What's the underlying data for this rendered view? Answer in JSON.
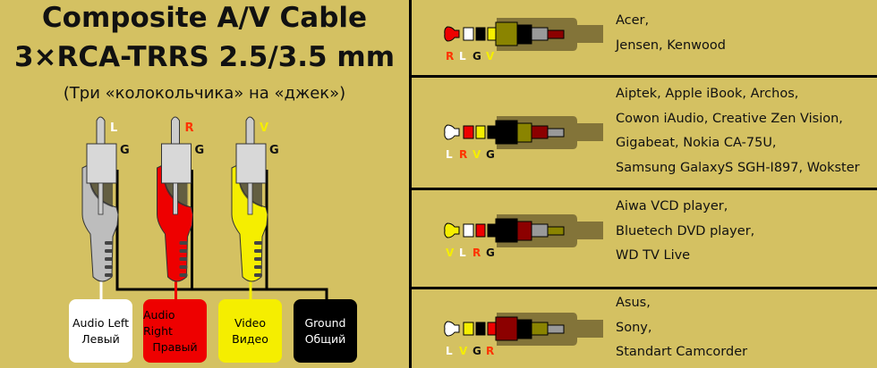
{
  "title": {
    "line1": "Composite A/V Cable",
    "line2": "3×RCA-TRRS 2.5/3.5 mm",
    "subtitle": "(Три «колокольчика» на «джек»)"
  },
  "colors": {
    "background": "#d4c162",
    "L": "#ffffff",
    "R": "#ee0000",
    "V": "#f5ee00",
    "G": "#000000",
    "R_label": "#ff3300",
    "V_dark": "#8a8400",
    "R_dark": "#8c0000",
    "gray": "#999999"
  },
  "plugs": [
    {
      "signal": "L",
      "ground": "G"
    },
    {
      "signal": "R",
      "ground": "G"
    },
    {
      "signal": "V",
      "ground": "G"
    }
  ],
  "boxes": [
    {
      "line1": "Audio Left",
      "line2": "Левый"
    },
    {
      "line1": "Audio Right",
      "line2": "Правый"
    },
    {
      "line1": "Video",
      "line2": "Видео"
    },
    {
      "line1": "Ground",
      "line2": "Общий"
    }
  ],
  "jacks": [
    {
      "order": [
        "R",
        "L",
        "G",
        "V"
      ],
      "devices": [
        "Acer,",
        "Jensen, Kenwood"
      ]
    },
    {
      "order": [
        "L",
        "R",
        "V",
        "G"
      ],
      "devices": [
        "Aiptek, Apple iBook, Archos,",
        "Cowon iAudio, Creative Zen Vision,",
        "Gigabeat, Nokia CA-75U,",
        "Samsung GalaxyS SGH-I897, Wokster"
      ]
    },
    {
      "order": [
        "V",
        "L",
        "R",
        "G"
      ],
      "devices": [
        "Aiwa VCD player,",
        "Bluetech DVD player,",
        "WD TV Live"
      ]
    },
    {
      "order": [
        "L",
        "V",
        "G",
        "R"
      ],
      "devices": [
        "Asus,",
        "Sony,",
        "Standart Camcorder"
      ]
    }
  ]
}
